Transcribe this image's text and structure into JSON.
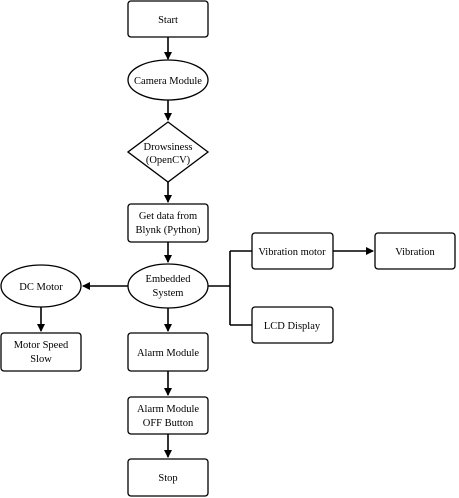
{
  "nodes": {
    "start": {
      "lines": [
        "Start"
      ]
    },
    "camera": {
      "lines": [
        "Camera Module"
      ]
    },
    "drowsiness": {
      "lines": [
        "Drowsiness",
        "(OpenCV)"
      ]
    },
    "blynk": {
      "lines": [
        "Get data from",
        "Blynk (Python)"
      ]
    },
    "embedded": {
      "lines": [
        "Embedded",
        "System"
      ]
    },
    "dc_motor": {
      "lines": [
        "DC Motor"
      ]
    },
    "motor_speed": {
      "lines": [
        "Motor Speed",
        "Slow"
      ]
    },
    "vibration_motor": {
      "lines": [
        "Vibration motor"
      ]
    },
    "vibration": {
      "lines": [
        "Vibration"
      ]
    },
    "lcd": {
      "lines": [
        "LCD Display"
      ]
    },
    "alarm": {
      "lines": [
        "Alarm Module"
      ]
    },
    "alarm_off": {
      "lines": [
        "Alarm Module",
        "OFF Button"
      ]
    },
    "stop": {
      "lines": [
        "Stop"
      ]
    }
  }
}
